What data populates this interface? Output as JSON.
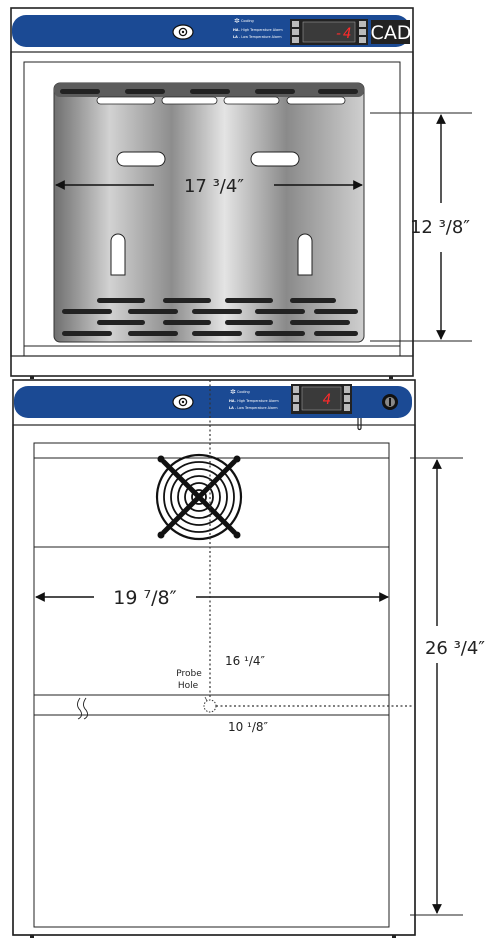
{
  "brand": "CAD",
  "display": {
    "upper_reading": "-4",
    "lower_reading": "4"
  },
  "legend": {
    "cooling": "Cooling",
    "ha": "HA",
    "ha_text": "- High Temperature Alarm",
    "la": "LA",
    "la_text": "- Low Temperature Alarm"
  },
  "dimensions": {
    "upper_width": "17 ³/4″",
    "upper_height": "12 ³/8″",
    "lower_width": "19 ⁷/8″",
    "lower_height": "26 ³/4″",
    "probe_vertical": "16 ¹/4″",
    "probe_horizontal": "10 ¹/8″"
  },
  "probe_label_line1": "Probe",
  "probe_label_line2": "Hole",
  "colors": {
    "panel_blue": "#1b4a94",
    "outline": "#222222",
    "display_red": "#ff2a2a"
  },
  "icons": [
    "power-button-icon",
    "snowflake-icon",
    "fan-grille-icon",
    "lock-icon"
  ]
}
